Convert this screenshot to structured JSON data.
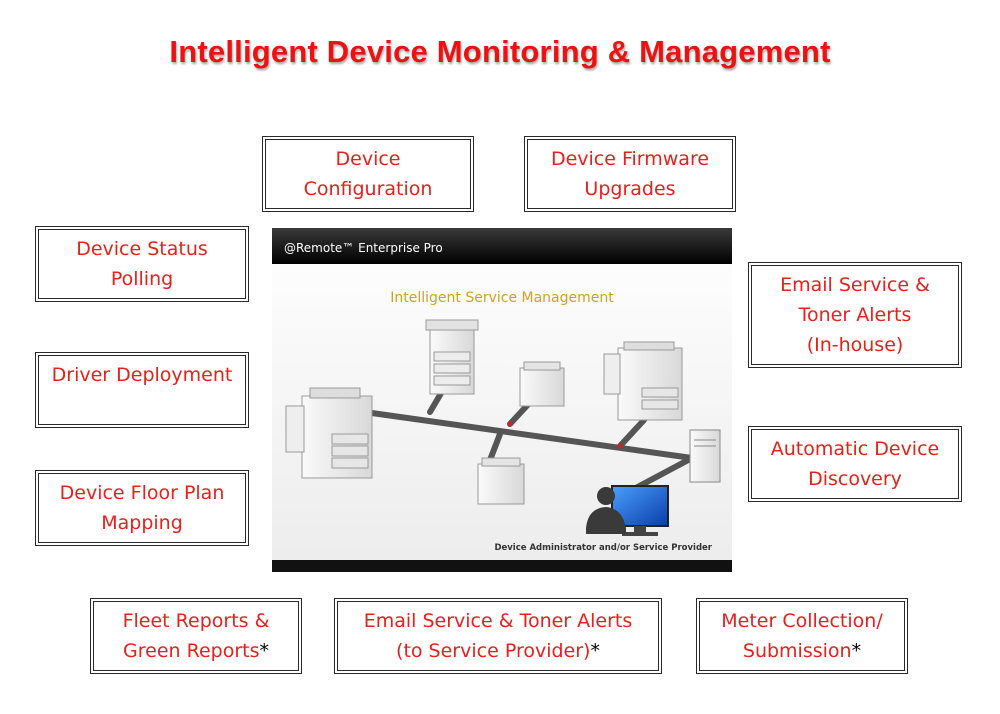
{
  "title": "Intelligent Device Monitoring & Management",
  "features": {
    "device_configuration": [
      "Device",
      "Configuration"
    ],
    "firmware_upgrades": [
      "Device Firmware",
      "Upgrades"
    ],
    "status_polling": [
      "Device Status",
      "Polling"
    ],
    "driver_deployment": [
      "Driver Deployment"
    ],
    "floor_plan_mapping": [
      "Device Floor Plan",
      "Mapping"
    ],
    "email_toner_inhouse": [
      "Email Service &",
      "Toner Alerts",
      "(In-house)"
    ],
    "auto_discovery": [
      "Automatic Device",
      "Discovery"
    ],
    "fleet_reports": [
      "Fleet Reports &",
      "Green Reports"
    ],
    "email_toner_provider": [
      "Email Service & Toner Alerts",
      "(to Service Provider)"
    ],
    "meter_collection": [
      "Meter Collection/",
      "Submission"
    ],
    "asterisk": "*"
  },
  "screenshot": {
    "header": "@Remote™ Enterprise Pro",
    "subtitle": "Intelligent Service Management",
    "caption": "Device Administrator and/or Service Provider"
  },
  "colors": {
    "accent": "#ee1111",
    "box_text": "#e8201a",
    "subtitle": "#d4a020",
    "network_line": "#555555"
  }
}
